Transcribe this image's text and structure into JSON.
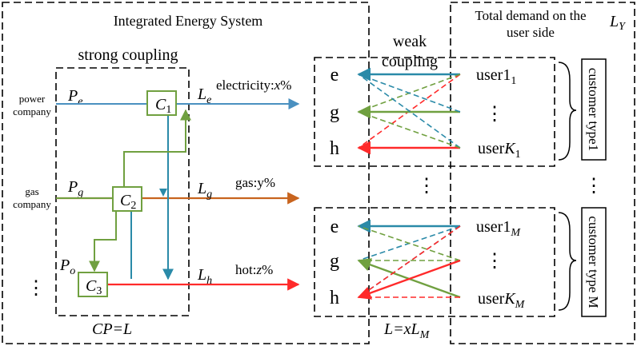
{
  "colors": {
    "electricity": "#4a90c0",
    "gas": "#c8641e",
    "heat": "#ff2a2a",
    "green": "#70a040",
    "teal": "#2a8aa8"
  },
  "diagram": {
    "ies_title": "Integrated Energy System",
    "strong_coupling": "strong coupling",
    "weak_coupling_line1": "weak",
    "weak_coupling_line2": "coupling",
    "demand_title_line1": "Total demand on the",
    "demand_title_line2": "user side",
    "ly": {
      "main": "L",
      "sub": "Y"
    },
    "cp_eq": "CP=L",
    "l_eq": {
      "prefix": "L=x",
      "main": "L",
      "sub": "M"
    },
    "sources": {
      "power": {
        "line1": "power",
        "line2": "company",
        "sym": "P",
        "sub": "e"
      },
      "gas": {
        "line1": "gas",
        "line2": "company",
        "sym": "P",
        "sub": "g"
      },
      "other": {
        "sym": "P",
        "sub": "o",
        "dots": "⋮"
      }
    },
    "converters": [
      {
        "main": "C",
        "sub": "1"
      },
      {
        "main": "C",
        "sub": "2"
      },
      {
        "main": "C",
        "sub": "3"
      }
    ],
    "loads": [
      {
        "main": "L",
        "sub": "e",
        "text": "electricity:",
        "var": "x",
        "pct": "%"
      },
      {
        "main": "L",
        "sub": "g",
        "text": "gas:y%"
      },
      {
        "main": "L",
        "sub": "h",
        "text": "hot:",
        "var": "z",
        "pct": "%"
      }
    ],
    "groups": [
      {
        "energies": [
          "e",
          "g",
          "h"
        ],
        "user_first": {
          "text": "user1",
          "sub": "1"
        },
        "user_dots": "⋮",
        "user_last": {
          "text": "user",
          "var": "K",
          "sub": "1"
        },
        "type_label": "customer type1"
      },
      {
        "energies": [
          "e",
          "g",
          "h"
        ],
        "user_first": {
          "text": "user1",
          "sub": "M"
        },
        "user_dots": "⋮",
        "user_last": {
          "text": "user",
          "var": "K",
          "sub": "M"
        },
        "type_label": "customer type M"
      }
    ],
    "mid_dots": "⋮",
    "right_dots": "⋮"
  }
}
